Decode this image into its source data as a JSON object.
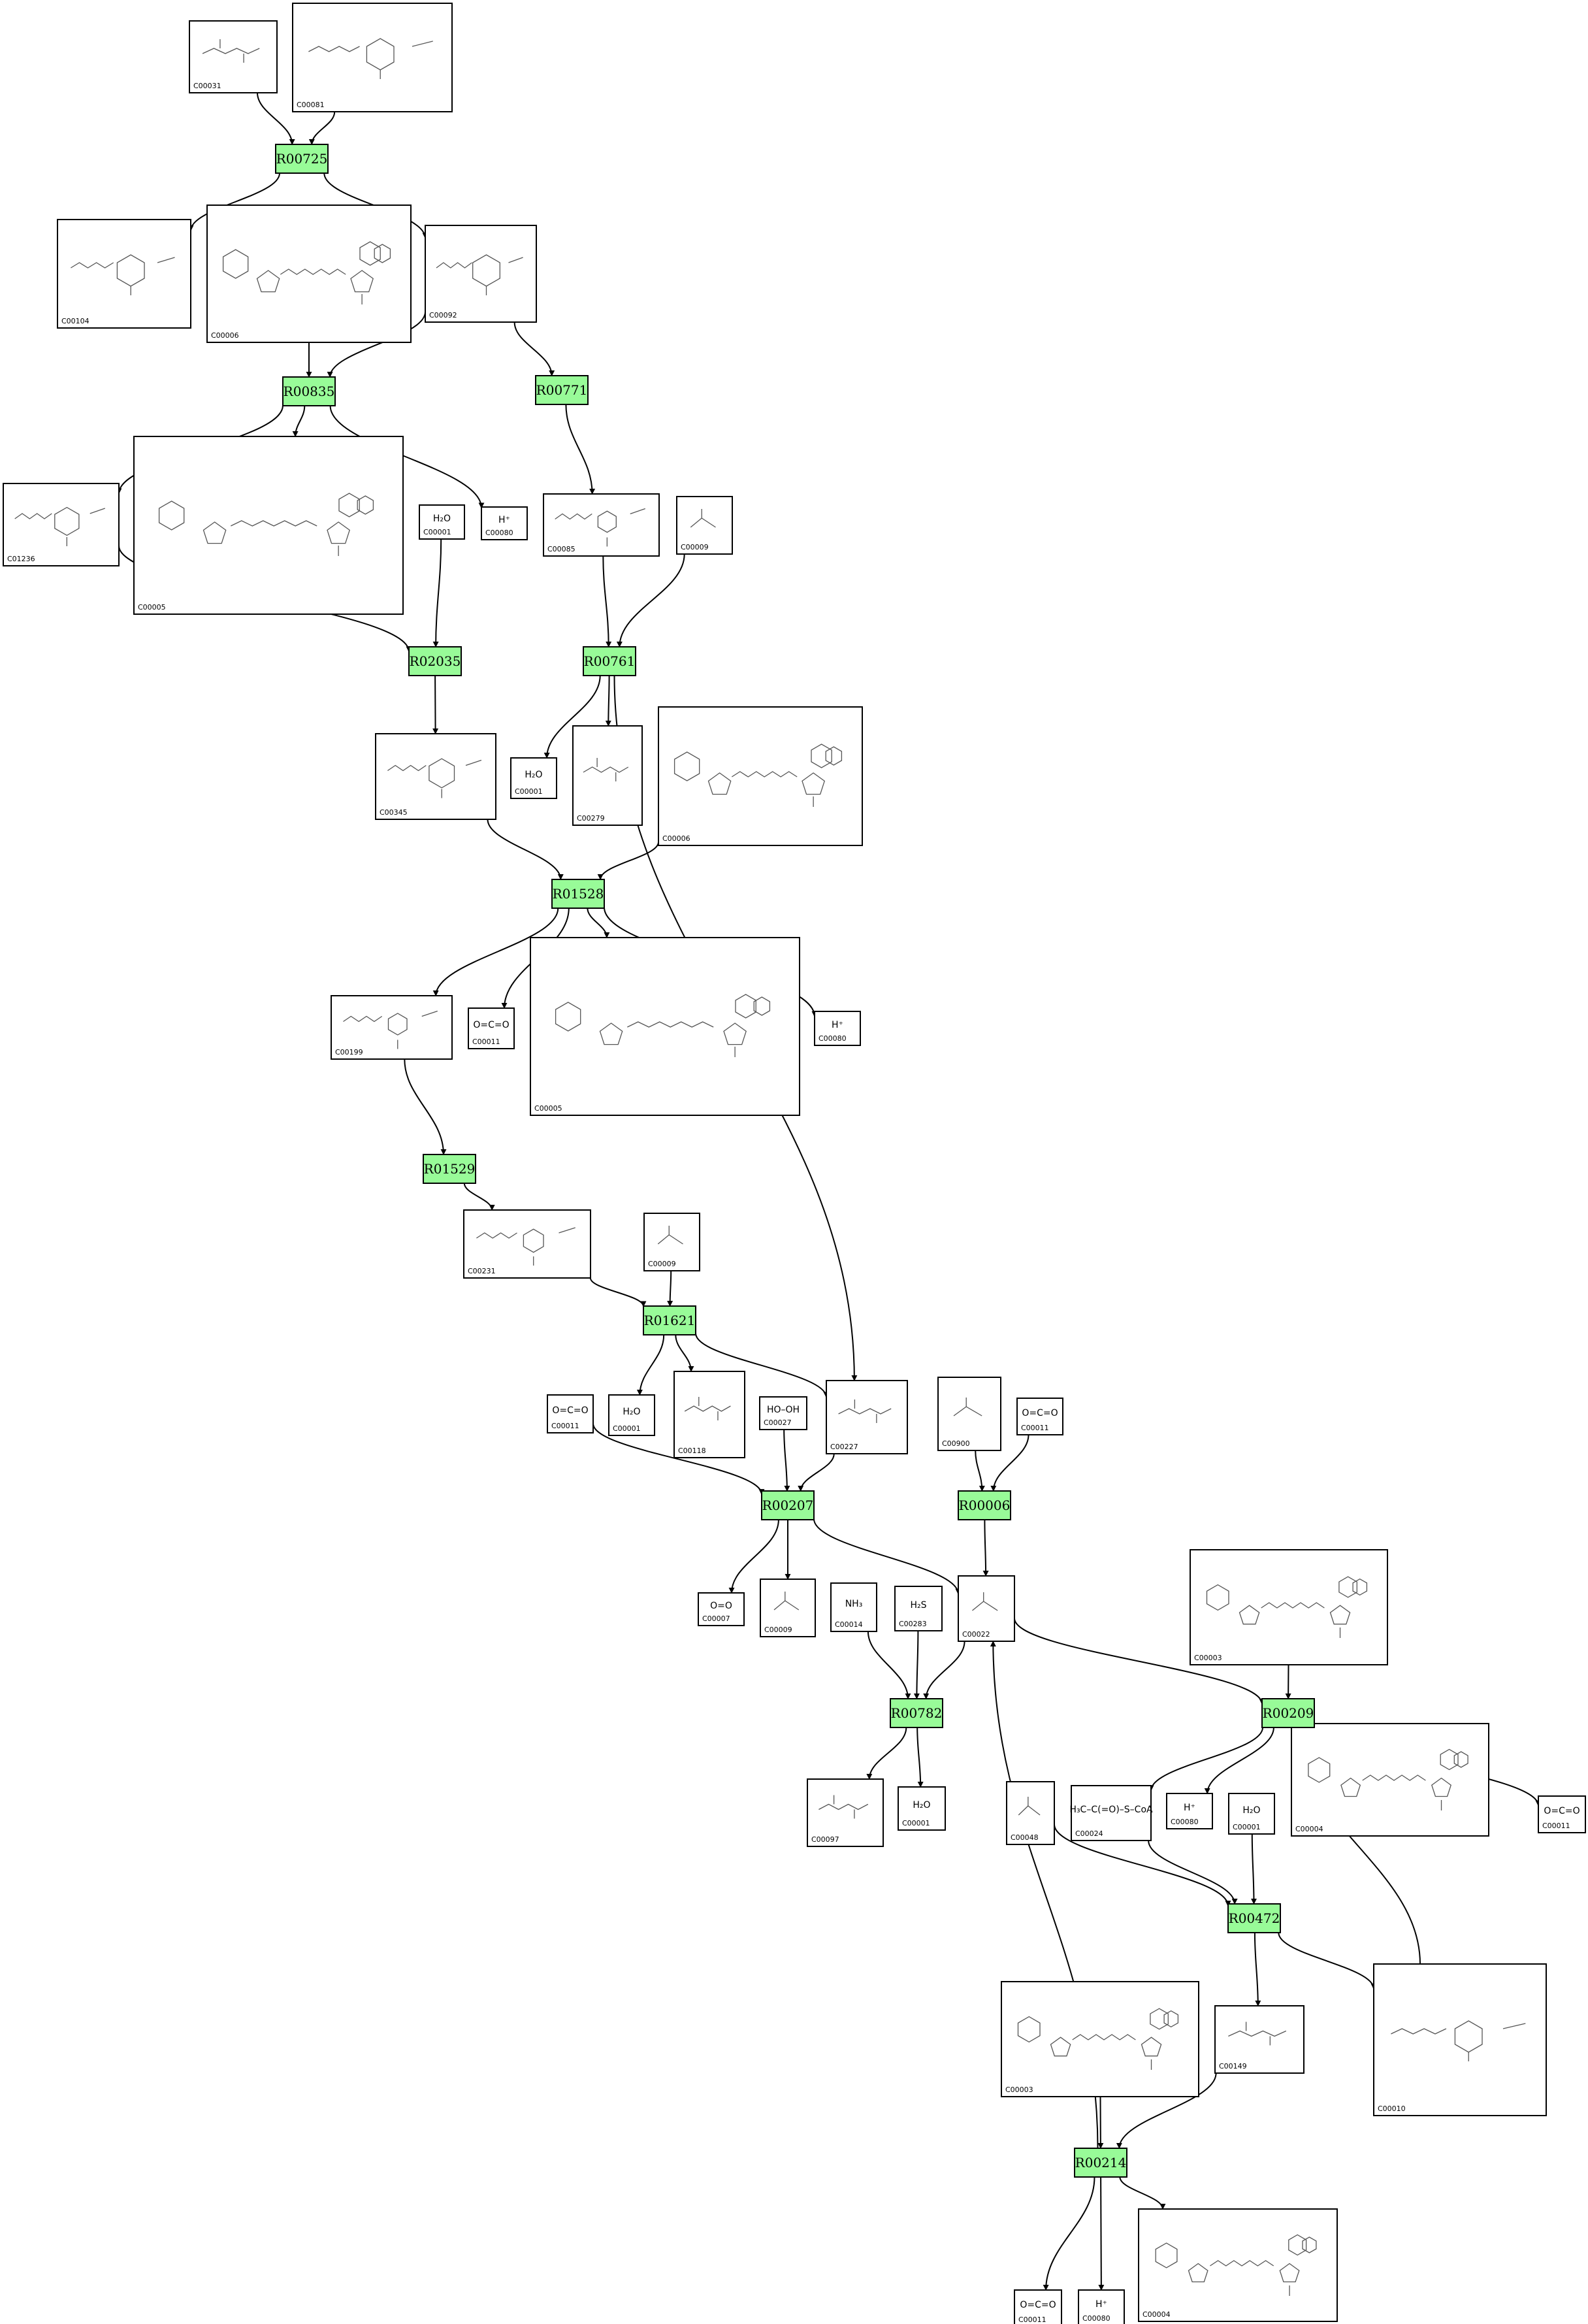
{
  "colors": {
    "reaction_fill": "#98FB98",
    "edge": "#000000",
    "compound_border": "#000000"
  },
  "reactions": [
    {
      "id": "R00725",
      "label": "R00725"
    },
    {
      "id": "R00835",
      "label": "R00835"
    },
    {
      "id": "R00771",
      "label": "R00771"
    },
    {
      "id": "R02035",
      "label": "R02035"
    },
    {
      "id": "R00761",
      "label": "R00761"
    },
    {
      "id": "R01528",
      "label": "R01528"
    },
    {
      "id": "R01529",
      "label": "R01529"
    },
    {
      "id": "R01621",
      "label": "R01621"
    },
    {
      "id": "R00207",
      "label": "R00207"
    },
    {
      "id": "R00006",
      "label": "R00006"
    },
    {
      "id": "R00782",
      "label": "R00782"
    },
    {
      "id": "R00209",
      "label": "R00209"
    },
    {
      "id": "R00472",
      "label": "R00472"
    },
    {
      "id": "R00214",
      "label": "R00214"
    }
  ],
  "compounds": [
    {
      "key": "c00031",
      "label": "C00031",
      "formula": ""
    },
    {
      "key": "c00081",
      "label": "C00081",
      "formula": ""
    },
    {
      "key": "c00104",
      "label": "C00104",
      "formula": ""
    },
    {
      "key": "c00006a",
      "label": "C00006",
      "formula": ""
    },
    {
      "key": "c00092",
      "label": "C00092",
      "formula": ""
    },
    {
      "key": "c01236",
      "label": "C01236",
      "formula": ""
    },
    {
      "key": "c00005a",
      "label": "C00005",
      "formula": ""
    },
    {
      "key": "c00001a",
      "label": "C00001",
      "formula": "H₂O"
    },
    {
      "key": "c00080a",
      "label": "C00080",
      "formula": "H⁺"
    },
    {
      "key": "c00085",
      "label": "C00085",
      "formula": ""
    },
    {
      "key": "c00009a",
      "label": "C00009",
      "formula": ""
    },
    {
      "key": "c00345",
      "label": "C00345",
      "formula": ""
    },
    {
      "key": "c00001b",
      "label": "C00001",
      "formula": "H₂O"
    },
    {
      "key": "c00279",
      "label": "C00279",
      "formula": ""
    },
    {
      "key": "c00006b",
      "label": "C00006",
      "formula": ""
    },
    {
      "key": "c00199",
      "label": "C00199",
      "formula": ""
    },
    {
      "key": "c00011a",
      "label": "C00011",
      "formula": "O=C=O"
    },
    {
      "key": "c00005b",
      "label": "C00005",
      "formula": ""
    },
    {
      "key": "c00080b",
      "label": "C00080",
      "formula": "H⁺"
    },
    {
      "key": "c00231",
      "label": "C00231",
      "formula": ""
    },
    {
      "key": "c00009b",
      "label": "C00009",
      "formula": ""
    },
    {
      "key": "c00011b",
      "label": "C00011",
      "formula": "O=C=O"
    },
    {
      "key": "c00001c",
      "label": "C00001",
      "formula": "H₂O"
    },
    {
      "key": "c00118",
      "label": "C00118",
      "formula": ""
    },
    {
      "key": "c00027",
      "label": "C00027",
      "formula": "HO–OH"
    },
    {
      "key": "c00227",
      "label": "C00227",
      "formula": ""
    },
    {
      "key": "c00900",
      "label": "C00900",
      "formula": ""
    },
    {
      "key": "c00011c",
      "label": "C00011",
      "formula": "O=C=O"
    },
    {
      "key": "c00007",
      "label": "C00007",
      "formula": "O=O"
    },
    {
      "key": "c00009c",
      "label": "C00009",
      "formula": ""
    },
    {
      "key": "c00014",
      "label": "C00014",
      "formula": "NH₃"
    },
    {
      "key": "c00283",
      "label": "C00283",
      "formula": "H₂S"
    },
    {
      "key": "c00022",
      "label": "C00022",
      "formula": ""
    },
    {
      "key": "c00003a",
      "label": "C00003",
      "formula": ""
    },
    {
      "key": "c00097",
      "label": "C00097",
      "formula": ""
    },
    {
      "key": "c00001d",
      "label": "C00001",
      "formula": "H₂O"
    },
    {
      "key": "c00048",
      "label": "C00048",
      "formula": ""
    },
    {
      "key": "c00024",
      "label": "C00024",
      "formula": "H₃C–C(=O)–S–CoA"
    },
    {
      "key": "c00080c",
      "label": "C00080",
      "formula": "H⁺"
    },
    {
      "key": "c00001e",
      "label": "C00001",
      "formula": "H₂O"
    },
    {
      "key": "c00004a",
      "label": "C00004",
      "formula": ""
    },
    {
      "key": "c00011d",
      "label": "C00011",
      "formula": "O=C=O"
    },
    {
      "key": "c00149",
      "label": "C00149",
      "formula": ""
    },
    {
      "key": "c00010",
      "label": "C00010",
      "formula": ""
    },
    {
      "key": "c00003b",
      "label": "C00003",
      "formula": ""
    },
    {
      "key": "c00011e",
      "label": "C00011",
      "formula": "O=C=O"
    },
    {
      "key": "c00080d",
      "label": "C00080",
      "formula": "H⁺"
    },
    {
      "key": "c00004b",
      "label": "C00004",
      "formula": ""
    }
  ],
  "edges": [
    {
      "from": "c00031",
      "to": "R00725"
    },
    {
      "from": "c00081",
      "to": "R00725"
    },
    {
      "from": "R00725",
      "to": "c00104"
    },
    {
      "from": "R00725",
      "to": "c00092"
    },
    {
      "from": "c00006a",
      "to": "R00835"
    },
    {
      "from": "c00092",
      "to": "R00835"
    },
    {
      "from": "c00092",
      "to": "R00771"
    },
    {
      "from": "R00835",
      "to": "c01236"
    },
    {
      "from": "R00835",
      "to": "c00005a"
    },
    {
      "from": "R00835",
      "to": "c00080a"
    },
    {
      "from": "R00771",
      "to": "c00085"
    },
    {
      "from": "c01236",
      "to": "R02035"
    },
    {
      "from": "c00001a",
      "to": "R02035"
    },
    {
      "from": "c00085",
      "to": "R00761"
    },
    {
      "from": "c00009a",
      "to": "R00761"
    },
    {
      "from": "R02035",
      "to": "c00345"
    },
    {
      "from": "R00761",
      "to": "c00001b"
    },
    {
      "from": "R00761",
      "to": "c00279"
    },
    {
      "from": "R00761",
      "to": "c00227"
    },
    {
      "from": "c00345",
      "to": "R01528"
    },
    {
      "from": "c00006b",
      "to": "R01528"
    },
    {
      "from": "R01528",
      "to": "c00199"
    },
    {
      "from": "R01528",
      "to": "c00011a"
    },
    {
      "from": "R01528",
      "to": "c00005b"
    },
    {
      "from": "R01528",
      "to": "c00080b"
    },
    {
      "from": "c00199",
      "to": "R01529"
    },
    {
      "from": "R01529",
      "to": "c00231"
    },
    {
      "from": "c00231",
      "to": "R01621"
    },
    {
      "from": "c00009b",
      "to": "R01621"
    },
    {
      "from": "R01621",
      "to": "c00001c"
    },
    {
      "from": "R01621",
      "to": "c00118"
    },
    {
      "from": "R01621",
      "to": "c00227"
    },
    {
      "from": "c00011b",
      "to": "R00207"
    },
    {
      "from": "c00027",
      "to": "R00207"
    },
    {
      "from": "c00227",
      "to": "R00207"
    },
    {
      "from": "c00900",
      "to": "R00006"
    },
    {
      "from": "c00011c",
      "to": "R00006"
    },
    {
      "from": "R00207",
      "to": "c00007"
    },
    {
      "from": "R00207",
      "to": "c00009c"
    },
    {
      "from": "R00207",
      "to": "c00022"
    },
    {
      "from": "R00006",
      "to": "c00022"
    },
    {
      "from": "c00014",
      "to": "R00782"
    },
    {
      "from": "c00283",
      "to": "R00782"
    },
    {
      "from": "c00022",
      "to": "R00782"
    },
    {
      "from": "R00782",
      "to": "c00097"
    },
    {
      "from": "R00782",
      "to": "c00001d"
    },
    {
      "from": "c00022",
      "to": "R00209"
    },
    {
      "from": "c00003a",
      "to": "R00209"
    },
    {
      "from": "c00010",
      "to": "R00209"
    },
    {
      "from": "R00209",
      "to": "c00024"
    },
    {
      "from": "R00209",
      "to": "c00080c"
    },
    {
      "from": "R00209",
      "to": "c00004a"
    },
    {
      "from": "R00209",
      "to": "c00011d"
    },
    {
      "from": "c00048",
      "to": "R00472"
    },
    {
      "from": "c00024",
      "to": "R00472"
    },
    {
      "from": "c00001e",
      "to": "R00472"
    },
    {
      "from": "R00472",
      "to": "c00149"
    },
    {
      "from": "R00472",
      "to": "c00010"
    },
    {
      "from": "c00003b",
      "to": "R00214"
    },
    {
      "from": "c00149",
      "to": "R00214"
    },
    {
      "from": "R00214",
      "to": "c00022"
    },
    {
      "from": "R00214",
      "to": "c00011e"
    },
    {
      "from": "R00214",
      "to": "c00080d"
    },
    {
      "from": "R00214",
      "to": "c00004b"
    }
  ]
}
